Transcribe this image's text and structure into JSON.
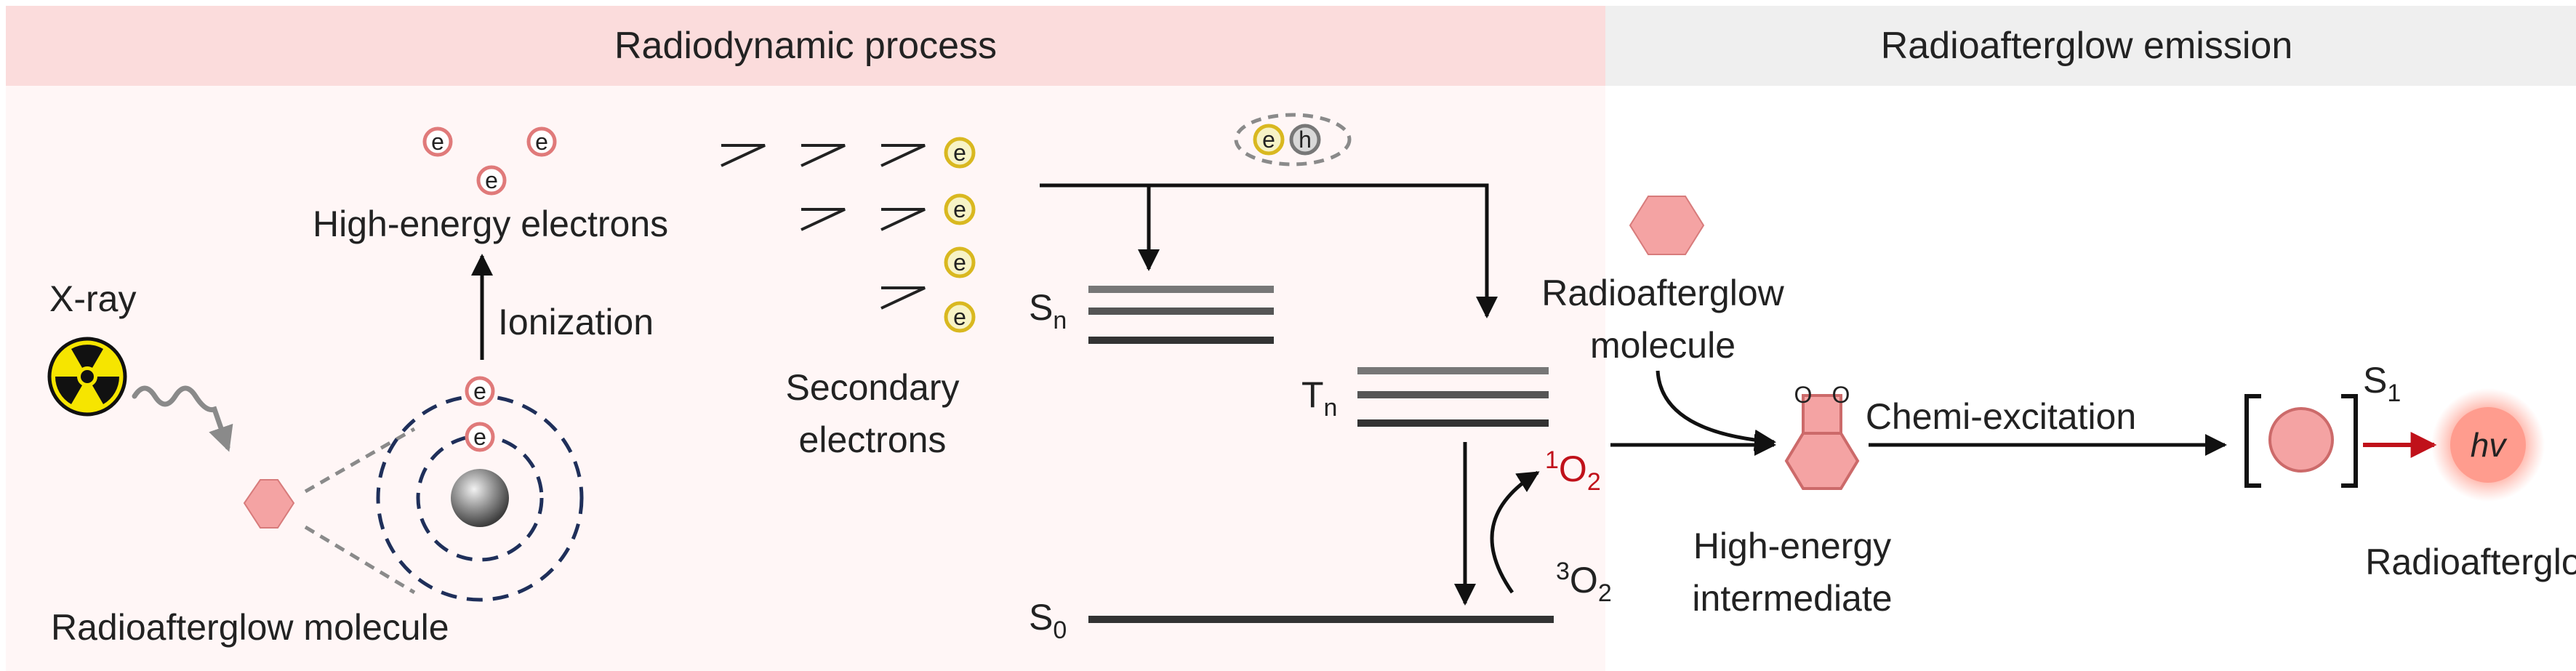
{
  "header": {
    "left_title": "Radiodynamic process",
    "right_title": "Radioafterglow emission"
  },
  "labels": {
    "xray": "X-ray",
    "high_energy_electrons": "High-energy electrons",
    "ionization": "Ionization",
    "radioafterglow_molecule_bottom": "Radioafterglow molecule",
    "secondary_electrons_line1": "Secondary",
    "secondary_electrons_line2": "electrons",
    "radioafterglow_molecule_right_line1": "Radioafterglow",
    "radioafterglow_molecule_right_line2": "molecule",
    "high_energy_intermediate_line1": "High-energy",
    "high_energy_intermediate_line2": "intermediate",
    "chemi_excitation": "Chemi-excitation",
    "radioafterglow": "Radioafterglow",
    "hv": "hv"
  },
  "states": {
    "sn_base": "S",
    "sn_sub": "n",
    "tn_base": "T",
    "tn_sub": "n",
    "s0_base": "S",
    "s0_sub": "0",
    "s1_base": "S",
    "s1_sub": "1",
    "singlet_oxygen_sup": "1",
    "singlet_oxygen_base": "O",
    "singlet_oxygen_sub": "2",
    "triplet_oxygen_sup": "3",
    "triplet_oxygen_base": "O",
    "triplet_oxygen_sub": "2"
  },
  "particles": {
    "electron": "e",
    "hole": "h",
    "peroxide_atom": "O"
  },
  "colors": {
    "left_header_bg": "#fbdcdc",
    "right_header_bg": "#efefef",
    "left_panel_bg": "#fff6f6",
    "accent_red": "#c0111a",
    "molecule_pink": "#f4a3a3",
    "electron_yellow": "#f3d23a",
    "radiation_yellow": "#f6e500"
  }
}
